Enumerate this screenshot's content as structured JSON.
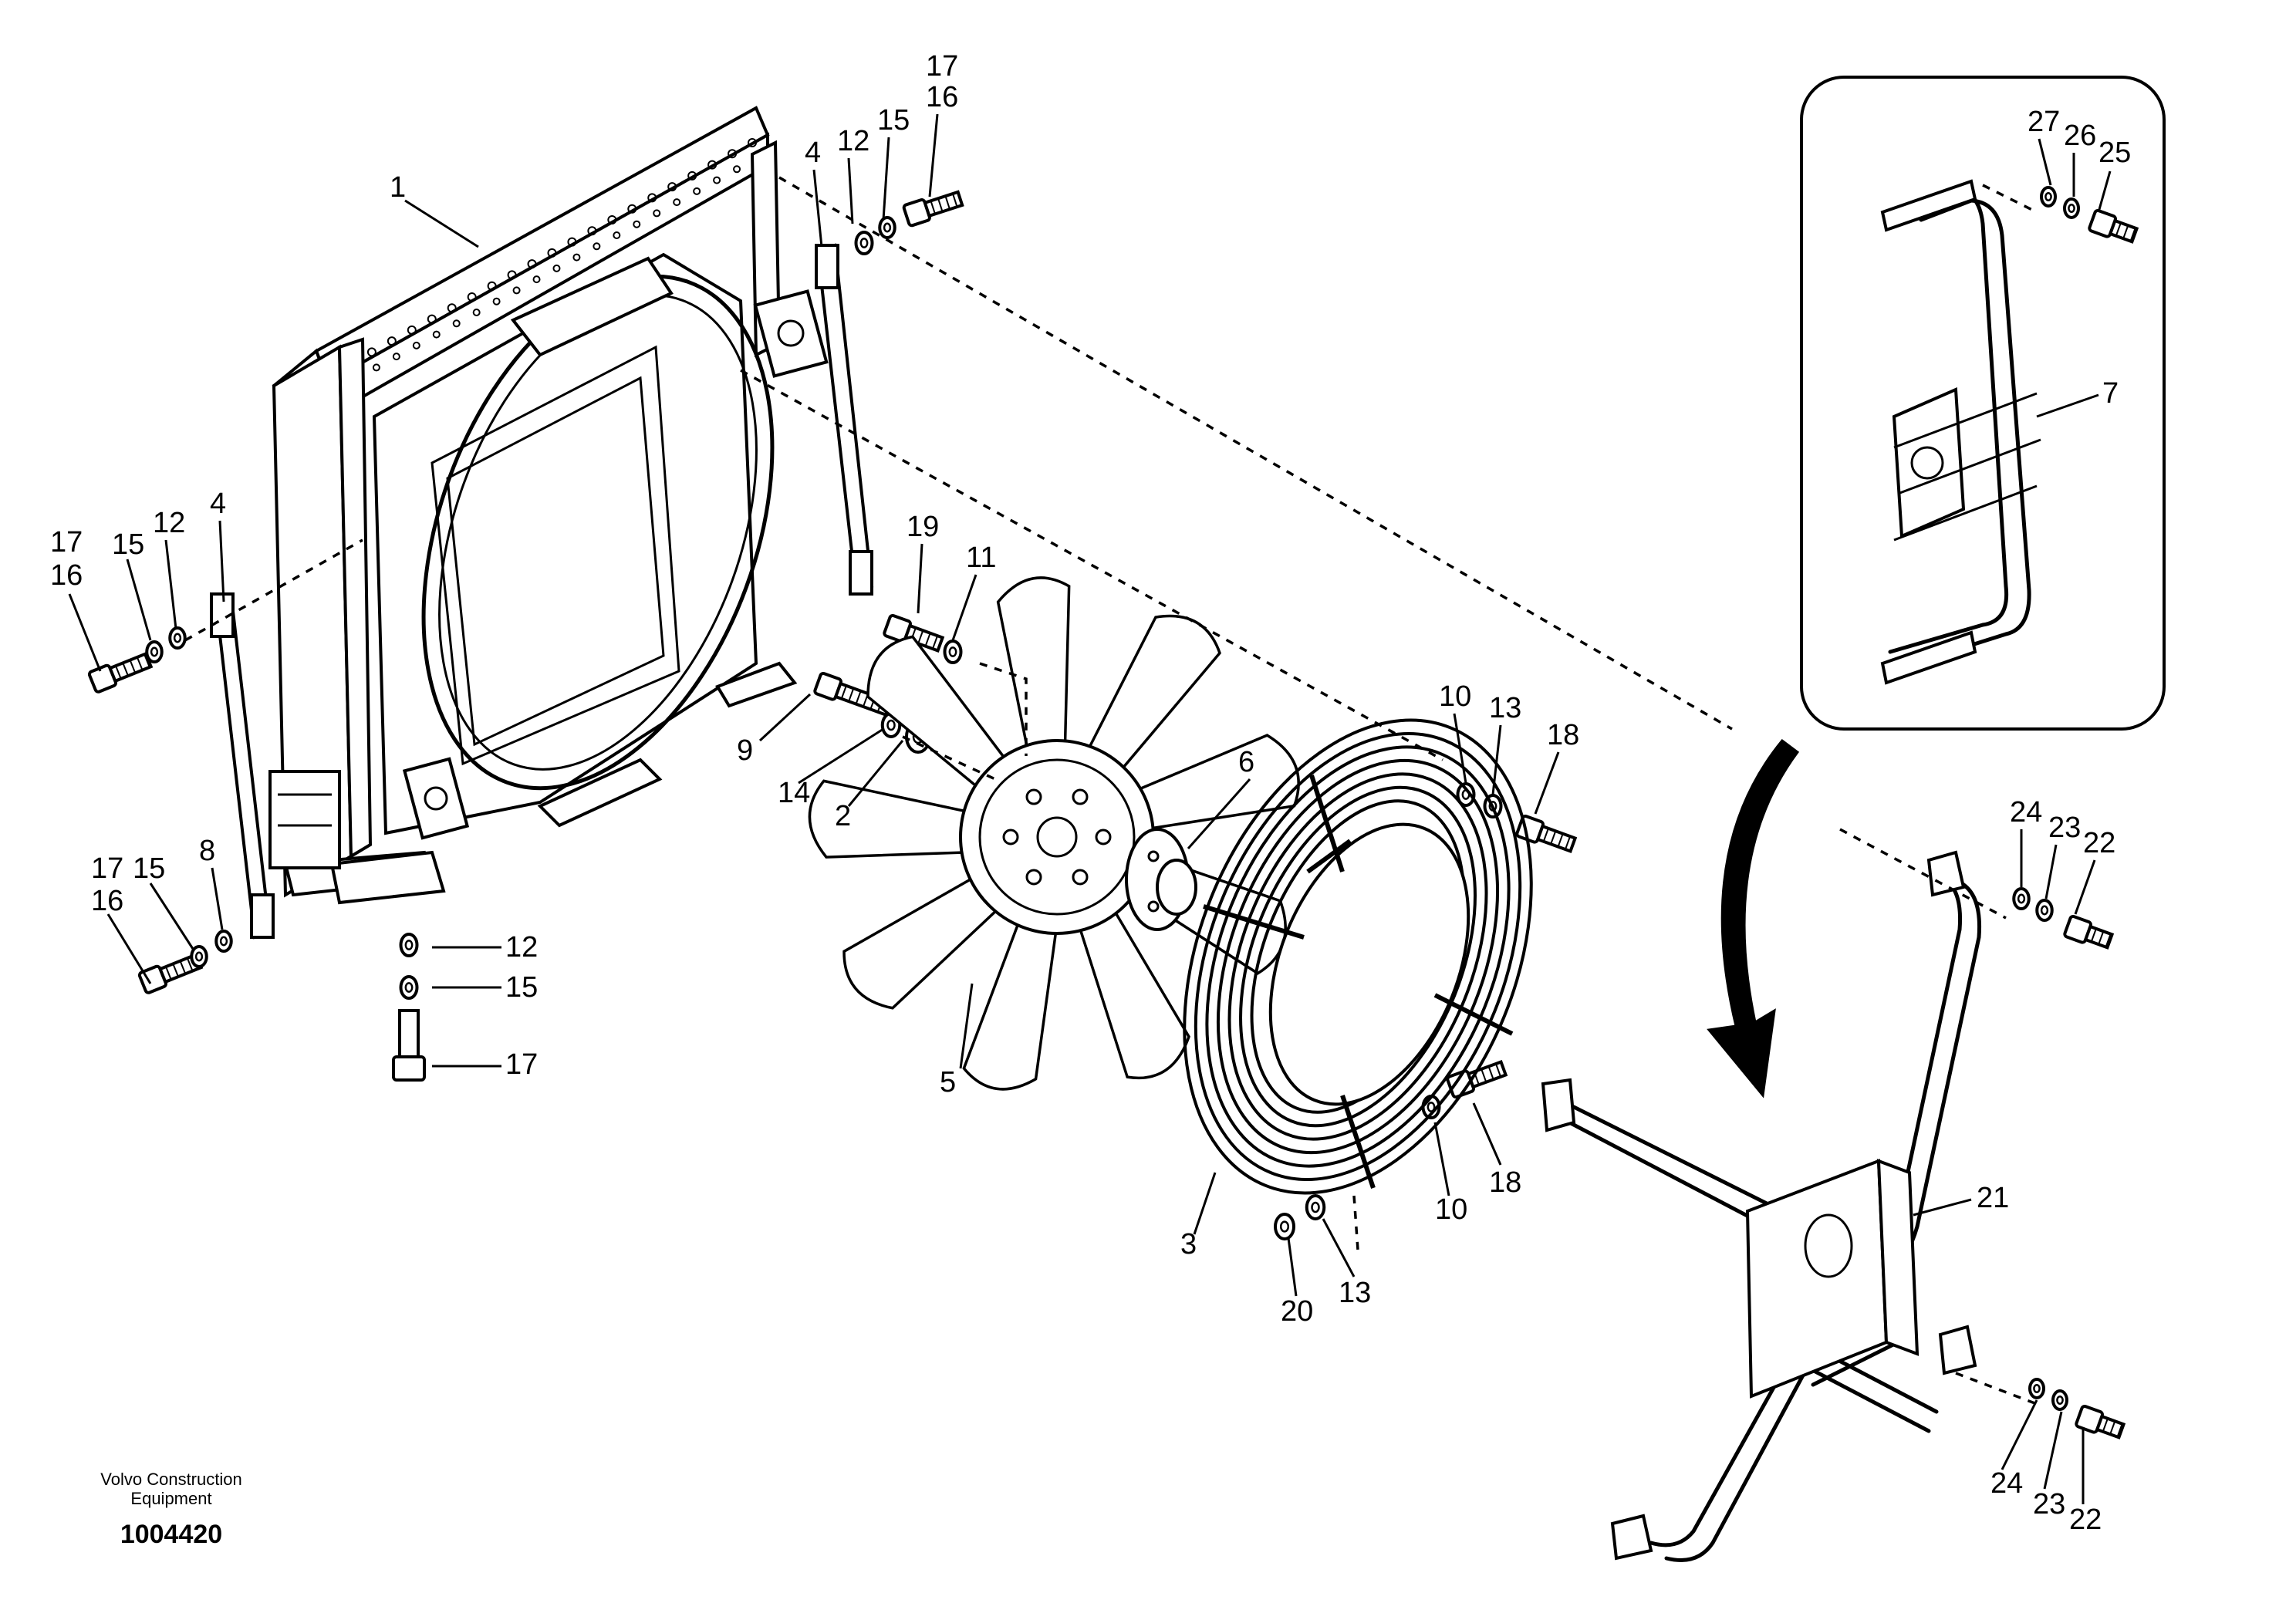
{
  "footer": {
    "company_line1": "Volvo Construction",
    "company_line2": "Equipment",
    "drawing_number": "1004420"
  },
  "callouts": [
    {
      "id": "c1",
      "text": "1"
    },
    {
      "id": "c4a",
      "text": "4"
    },
    {
      "id": "c12a",
      "text": "12"
    },
    {
      "id": "c15a",
      "text": "15"
    },
    {
      "id": "c17a",
      "text": "17"
    },
    {
      "id": "c16a",
      "text": "16"
    },
    {
      "id": "c17b",
      "text": "17"
    },
    {
      "id": "c16b",
      "text": "16"
    },
    {
      "id": "c15b",
      "text": "15"
    },
    {
      "id": "c12b",
      "text": "12"
    },
    {
      "id": "c4b",
      "text": "4"
    },
    {
      "id": "c17c",
      "text": "17"
    },
    {
      "id": "c15c",
      "text": "15"
    },
    {
      "id": "c16c",
      "text": "16"
    },
    {
      "id": "c8",
      "text": "8"
    },
    {
      "id": "c12c",
      "text": "12"
    },
    {
      "id": "c15d",
      "text": "15"
    },
    {
      "id": "c17d",
      "text": "17"
    },
    {
      "id": "c19",
      "text": "19"
    },
    {
      "id": "c11",
      "text": "11"
    },
    {
      "id": "c9",
      "text": "9"
    },
    {
      "id": "c14",
      "text": "14"
    },
    {
      "id": "c2",
      "text": "2"
    },
    {
      "id": "c6",
      "text": "6"
    },
    {
      "id": "c5",
      "text": "5"
    },
    {
      "id": "c10a",
      "text": "10"
    },
    {
      "id": "c13a",
      "text": "13"
    },
    {
      "id": "c18a",
      "text": "18"
    },
    {
      "id": "c3",
      "text": "3"
    },
    {
      "id": "c10b",
      "text": "10"
    },
    {
      "id": "c18b",
      "text": "18"
    },
    {
      "id": "c20",
      "text": "20"
    },
    {
      "id": "c13b",
      "text": "13"
    },
    {
      "id": "c27",
      "text": "27"
    },
    {
      "id": "c26",
      "text": "26"
    },
    {
      "id": "c25",
      "text": "25"
    },
    {
      "id": "c7",
      "text": "7"
    },
    {
      "id": "c24a",
      "text": "24"
    },
    {
      "id": "c23a",
      "text": "23"
    },
    {
      "id": "c22a",
      "text": "22"
    },
    {
      "id": "c21",
      "text": "21"
    },
    {
      "id": "c24b",
      "text": "24"
    },
    {
      "id": "c23b",
      "text": "23"
    },
    {
      "id": "c22b",
      "text": "22"
    }
  ]
}
